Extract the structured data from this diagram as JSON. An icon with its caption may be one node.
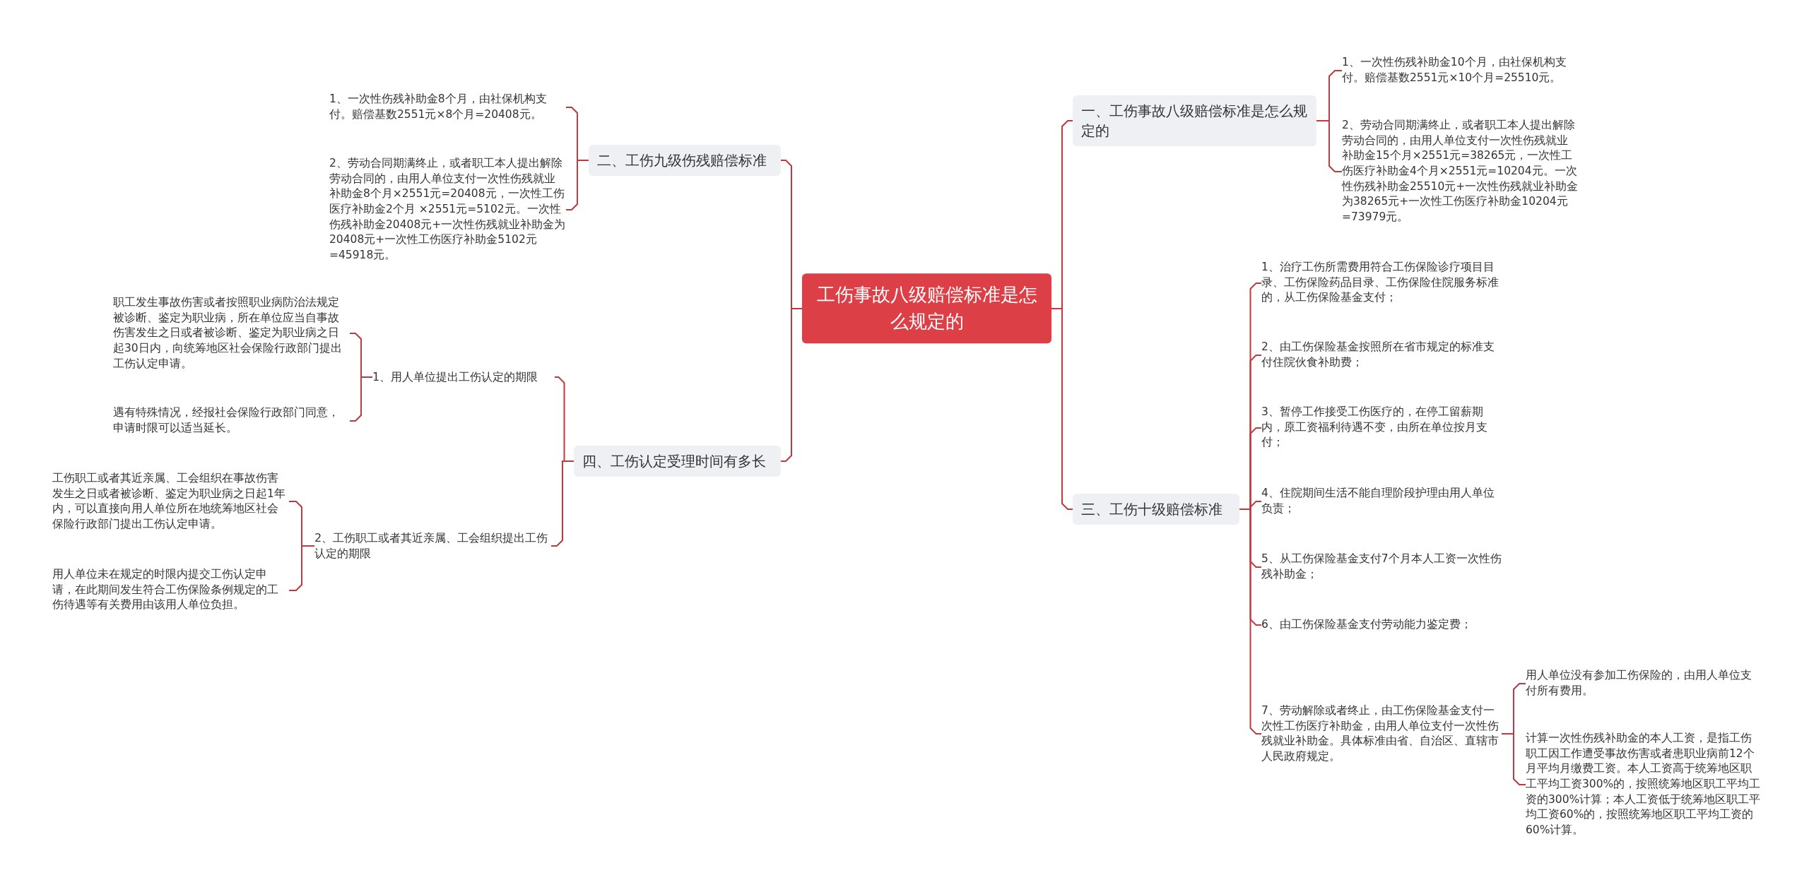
{
  "diagram": {
    "nodes": [
      {
        "text": [
          "工伤事故八级赔偿标准是怎么规定的"
        ]
      },
      {
        "text": [
          "一、工伤事故八级赔偿标准是怎么规定的"
        ]
      },
      {
        "text": [
          "1、一次性伤残补助金10个月，由社保机构支付。赔偿基数2551元×10个月=25510元。"
        ]
      },
      {
        "text": [
          "2、劳动合同期满终止，或者职工本人提出解除劳动合同的，由用人单位支付一次性伤残就业补助金15个月×2551元=38265元，一次性工伤医疗补助金4个月×2551元=10204元。一次性伤残补助金25510元+一次性伤残就业补助金为38265元+一次性工伤医疗补助金10204元=73979元。"
        ]
      },
      {
        "text": [
          "三、工伤十级赔偿标准"
        ]
      },
      {
        "text": [
          "1、治疗工伤所需费用符合工伤保险诊疗项目目录、工伤保险药品目录、工伤保险住院服务标准的，从工伤保险基金支付；"
        ]
      },
      {
        "text": [
          "2、由工伤保险基金按照所在省市规定的标准支付住院伙食补助费；"
        ]
      },
      {
        "text": [
          "3、暂停工作接受工伤医疗的，在停工留薪期内，原工资福利待遇不变，由所在单位按月支付；"
        ]
      },
      {
        "text": [
          "4、住院期间生活不能自理阶段护理由用人单位负责；"
        ]
      },
      {
        "text": [
          "5、从工伤保险基金支付7个月本人工资一次性伤残补助金；"
        ]
      },
      {
        "text": [
          "6、由工伤保险基金支付劳动能力鉴定费；"
        ]
      },
      {
        "text": [
          "7、劳动解除或者终止，由工伤保险基金支付一次性工伤医疗补助金，由用人单位支付一次性伤残就业补助金。具体标准由省、自治区、直辖市人民政府规定。"
        ]
      },
      {
        "text": [
          "用人单位没有参加工伤保险的，由用人单位支付所有费用。"
        ]
      },
      {
        "text": [
          "计算一次性伤残补助金的本人工资，是指工伤职工因工作遭受事故伤害或者患职业病前12个月平均月缴费工资。本人工资高于统筹地区职工平均工资300%的，按照统筹地区职工平均工资的300%计算；本人工资低于统筹地区职工平均工资60%的，按照统筹地区职工平均工资的60%计算。"
        ]
      },
      {
        "text": [
          "二、工伤九级伤残赔偿标准"
        ]
      },
      {
        "text": [
          "1、一次性伤残补助金8个月，由社保机构支付。赔偿基数2551元×8个月=20408元。"
        ]
      },
      {
        "text": [
          "2、劳动合同期满终止，或者职工本人提出解除劳动合同的，由用人单位支付一次性伤残就业补助金8个月×2551元=20408元，一次性工伤医疗补助金2个月 ×2551元=5102元。一次性伤残补助金20408元+一次性伤残就业补助金为20408元+一次性工伤医疗补助金5102元=45918元。"
        ]
      },
      {
        "text": [
          "四、工伤认定受理时间有多长"
        ]
      },
      {
        "text": [
          "1、用人单位提出工伤认定的期限"
        ]
      },
      {
        "text": [
          "职工发生事故伤害或者按照职业病防治法规定被诊断、鉴定为职业病，所在单位应当自事故伤害发生之日或者被诊断、鉴定为职业病之日起30日内，向统筹地区社会保险行政部门提出工伤认定申请。"
        ]
      },
      {
        "text": [
          "遇有特殊情况，经报社会保险行政部门同意，申请时限可以适当延长。"
        ]
      },
      {
        "text": [
          "2、工伤职工或者其近亲属、工会组织提出工伤认定的期限"
        ]
      },
      {
        "text": [
          "工伤职工或者其近亲属、工会组织在事故伤害发生之日或者被诊断、鉴定为职业病之日起1年内，可以直接向用人单位所在地统筹地区社会保险行政部门提出工伤认定申请。"
        ]
      },
      {
        "text": [
          "用人单位未在规定的时限内提交工伤认定申请，在此期间发生符合工伤保险条例规定的工伤待遇等有关费用由该用人单位负担。"
        ]
      }
    ],
    "edges": [
      {
        "from": 0,
        "to": 1,
        "arrow": "none"
      },
      {
        "from": 1,
        "to": 2,
        "arrow": "none"
      },
      {
        "from": 1,
        "to": 3,
        "arrow": "none"
      },
      {
        "from": 0,
        "to": 4,
        "arrow": "none"
      },
      {
        "from": 4,
        "to": 5,
        "arrow": "none"
      },
      {
        "from": 4,
        "to": 6,
        "arrow": "none"
      },
      {
        "from": 4,
        "to": 7,
        "arrow": "none"
      },
      {
        "from": 4,
        "to": 8,
        "arrow": "none"
      },
      {
        "from": 4,
        "to": 9,
        "arrow": "none"
      },
      {
        "from": 4,
        "to": 10,
        "arrow": "none"
      },
      {
        "from": 4,
        "to": 11,
        "arrow": "none"
      },
      {
        "from": 11,
        "to": 12,
        "arrow": "none"
      },
      {
        "from": 11,
        "to": 13,
        "arrow": "none"
      },
      {
        "from": 0,
        "to": 14,
        "arrow": "none"
      },
      {
        "from": 14,
        "to": 15,
        "arrow": "none"
      },
      {
        "from": 14,
        "to": 16,
        "arrow": "none"
      },
      {
        "from": 0,
        "to": 17,
        "arrow": "none"
      },
      {
        "from": 17,
        "to": 18,
        "arrow": "none"
      },
      {
        "from": 18,
        "to": 19,
        "arrow": "none"
      },
      {
        "from": 18,
        "to": 20,
        "arrow": "none"
      },
      {
        "from": 17,
        "to": 21,
        "arrow": "none"
      },
      {
        "from": 21,
        "to": 22,
        "arrow": "none"
      },
      {
        "from": 21,
        "to": 23,
        "arrow": "none"
      }
    ]
  }
}
